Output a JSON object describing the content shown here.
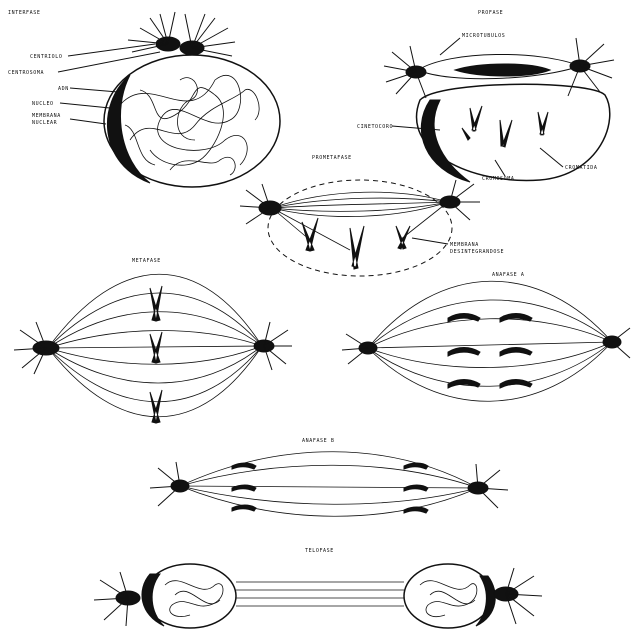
{
  "stages": {
    "interfase": "INTERFASE",
    "profase": "PROFASE",
    "prometafase": "PROMETAFASE",
    "metafase": "METAFASE",
    "anafase_a": "ANAFASE A",
    "anafase_b": "ANAFASE B",
    "telofase": "TELOFASE"
  },
  "labels": {
    "centriolo": "CENTRIOLO",
    "centrosoma": "CENTROSOMA",
    "adn": "ADN",
    "nucleo": "NUCLEO",
    "membrana_nuclear_1": "MEMBRANA",
    "membrana_nuclear_2": "NUCLEAR",
    "microtubulos": "MICROTUBULOS",
    "cinetocoro": "CINETOCORO",
    "cromatida": "CROMATIDA",
    "cromosoma": "CROMOSOMA",
    "membrana_des_1": "MEMBRANA",
    "membrana_des_2": "DESINTEGRANDOSE"
  },
  "colors": {
    "ink": "#111111",
    "paper": "#ffffff"
  }
}
